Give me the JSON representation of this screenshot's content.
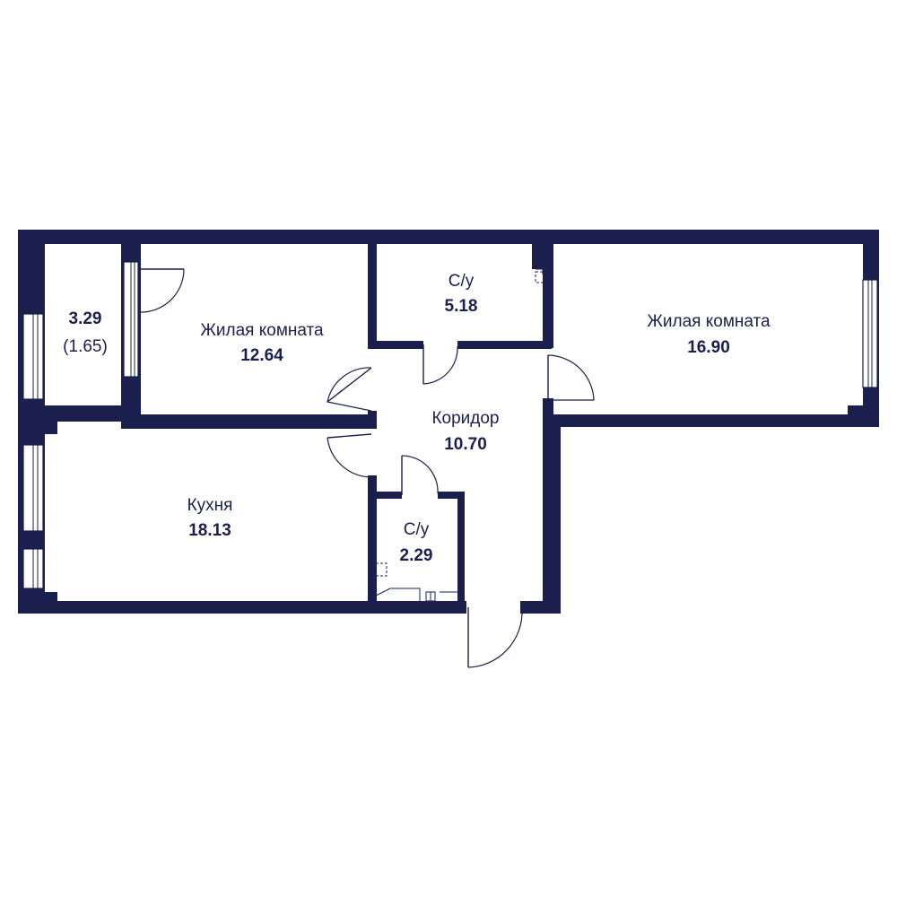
{
  "colors": {
    "wall": "#1b1f4e",
    "background": "#ffffff"
  },
  "rooms": {
    "balcony": {
      "area": "3.29",
      "area_reduced": "(1.65)"
    },
    "living_room_1": {
      "name": "Жилая комната",
      "area": "12.64"
    },
    "bathroom_1": {
      "name": "С/у",
      "area": "5.18"
    },
    "living_room_2": {
      "name": "Жилая комната",
      "area": "16.90"
    },
    "corridor": {
      "name": "Коридор",
      "area": "10.70"
    },
    "kitchen": {
      "name": "Кухня",
      "area": "18.13"
    },
    "bathroom_2": {
      "name": "С/у",
      "area": "2.29"
    }
  }
}
